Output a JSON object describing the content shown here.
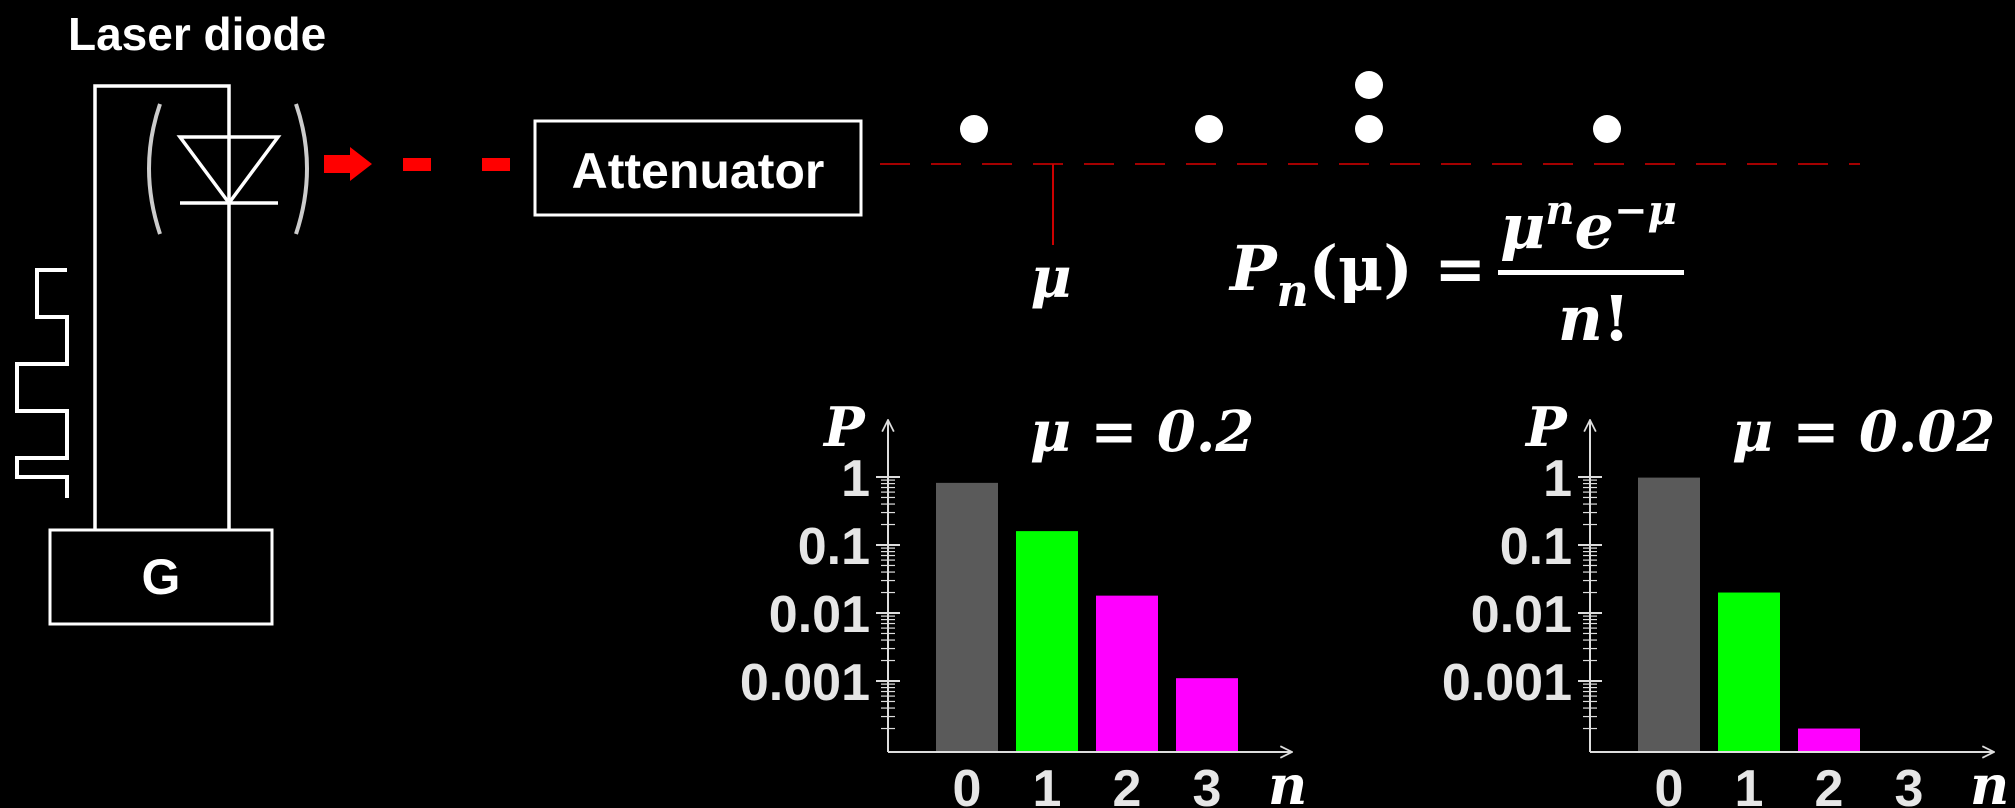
{
  "labels": {
    "laser_diode": "Laser diode",
    "attenuator": "Attenuator",
    "generator": "G",
    "mu_marker": "μ"
  },
  "formula": {
    "lhs": "P",
    "lhs_sub": "n",
    "lhs_arg": "(μ) =",
    "num_base": "μ",
    "num_exp": "n",
    "num_e": "e",
    "num_e_exp": "−μ",
    "den": "n",
    "den_factorial": "!"
  },
  "colors": {
    "background": "#000000",
    "foreground": "#ffffff",
    "beam": "#ff0000",
    "beam_dim": "#990000",
    "axis": "#dddddd",
    "n0": "#5a5a5a",
    "n1": "#00ff00",
    "n2": "#ff00ff",
    "n3": "#ff00ff"
  },
  "chart_data": [
    {
      "type": "bar",
      "title": "μ = 0.2",
      "ylabel": "P",
      "xlabel": "n",
      "yscale": "log",
      "ylim": [
        0.0001,
        1
      ],
      "yticks": [
        "1",
        "0.1",
        "0.01",
        "0.001"
      ],
      "categories": [
        "0",
        "1",
        "2",
        "3"
      ],
      "values": [
        0.82,
        0.16,
        0.018,
        0.0011
      ]
    },
    {
      "type": "bar",
      "title": "μ = 0.02",
      "ylabel": "P",
      "xlabel": "n",
      "yscale": "log",
      "ylim": [
        0.0001,
        1
      ],
      "yticks": [
        "1",
        "0.1",
        "0.01",
        "0.001"
      ],
      "categories": [
        "0",
        "1",
        "2",
        "3"
      ],
      "values": [
        0.98,
        0.02,
        0.0002,
        0
      ]
    }
  ]
}
